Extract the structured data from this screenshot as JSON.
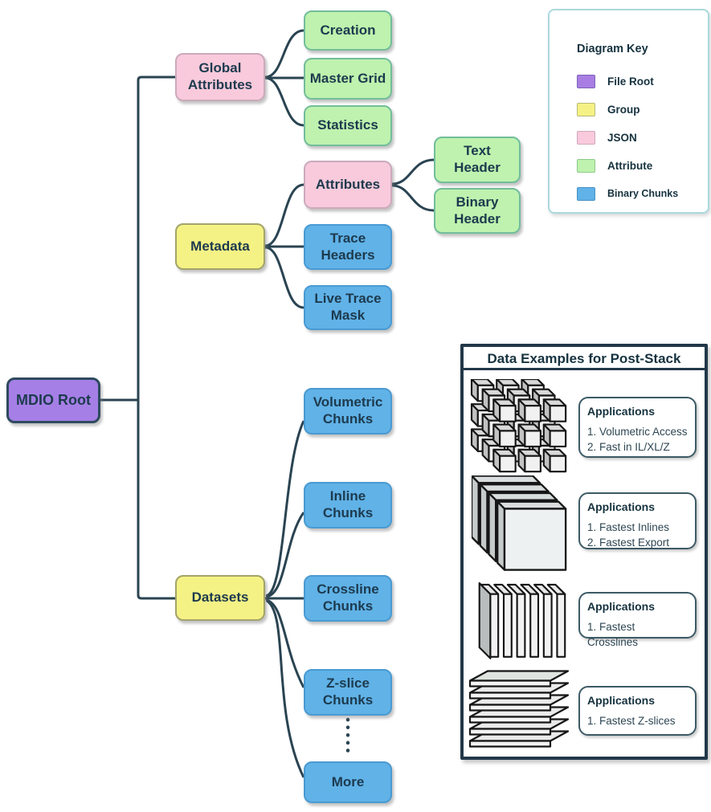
{
  "diagram": {
    "nodes": {
      "mdio_root": "MDIO Root",
      "global_attributes": "Global Attributes",
      "creation": "Creation",
      "master_grid": "Master Grid",
      "statistics": "Statistics",
      "metadata": "Metadata",
      "attributes": "Attributes",
      "text_header": "Text Header",
      "binary_header": "Binary Header",
      "trace_headers": "Trace Headers",
      "live_trace_mask": "Live Trace Mask",
      "datasets": "Datasets",
      "volumetric_chunks": "Volumetric Chunks",
      "inline_chunks": "Inline Chunks",
      "crossline_chunks": "Crossline Chunks",
      "z_slice_chunks": "Z-slice Chunks",
      "more": "More"
    }
  },
  "key": {
    "title": "Diagram Key",
    "items": [
      {
        "label": "File Root",
        "color": "#a97ee3"
      },
      {
        "label": "Group",
        "color": "#f5f285"
      },
      {
        "label": "JSON",
        "color": "#f8cadb"
      },
      {
        "label": "Attribute",
        "color": "#bef2ae"
      },
      {
        "label": "Binary Chunks",
        "color": "#60b2e7"
      }
    ]
  },
  "data_examples": {
    "title": "Data Examples for Post-Stack",
    "rows": [
      {
        "icon": "volumetric-cubes-icon",
        "heading": "Applications",
        "items": [
          "1. Volumetric Access",
          "2. Fast in IL/XL/Z"
        ]
      },
      {
        "icon": "inline-slices-icon",
        "heading": "Applications",
        "items": [
          "1. Fastest Inlines",
          "2. Fastest Export"
        ]
      },
      {
        "icon": "crossline-slices-icon",
        "heading": "Applications",
        "items": [
          "1. Fastest Crosslines"
        ]
      },
      {
        "icon": "z-slices-icon",
        "heading": "Applications",
        "items": [
          "1. Fastest Z-slices"
        ]
      }
    ]
  },
  "colors": {
    "file_root": "#a57fe6",
    "group": "#f5f285",
    "json": "#f8cadb",
    "attribute": "#bef2ae",
    "binary_chunks": "#60b2e7",
    "connector_line": "#2a4452",
    "node_text": "#1d3a4e"
  }
}
